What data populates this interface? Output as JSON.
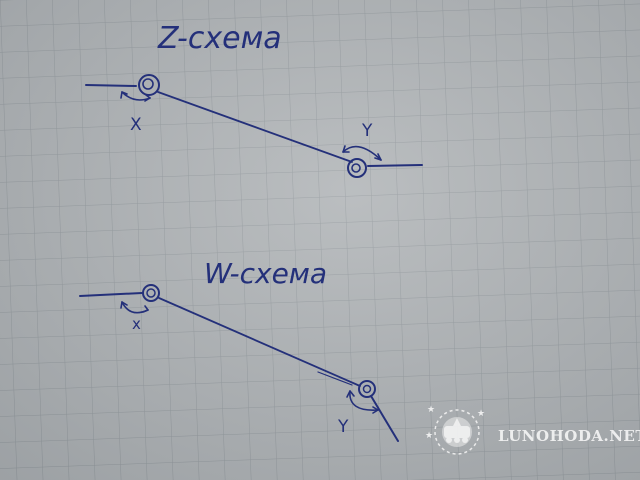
{
  "diagram": {
    "z_scheme": {
      "title": "Z-схема",
      "angle_left_label": "X",
      "angle_right_label": "Y"
    },
    "w_scheme": {
      "title": "W-схема",
      "angle_left_label": "x",
      "angle_right_label": "Y"
    }
  },
  "watermark": {
    "text": "LUNOHODA.NET"
  },
  "colors": {
    "ink": "#24307a",
    "paper": "#a8acaf",
    "grid": "#8a9093"
  }
}
